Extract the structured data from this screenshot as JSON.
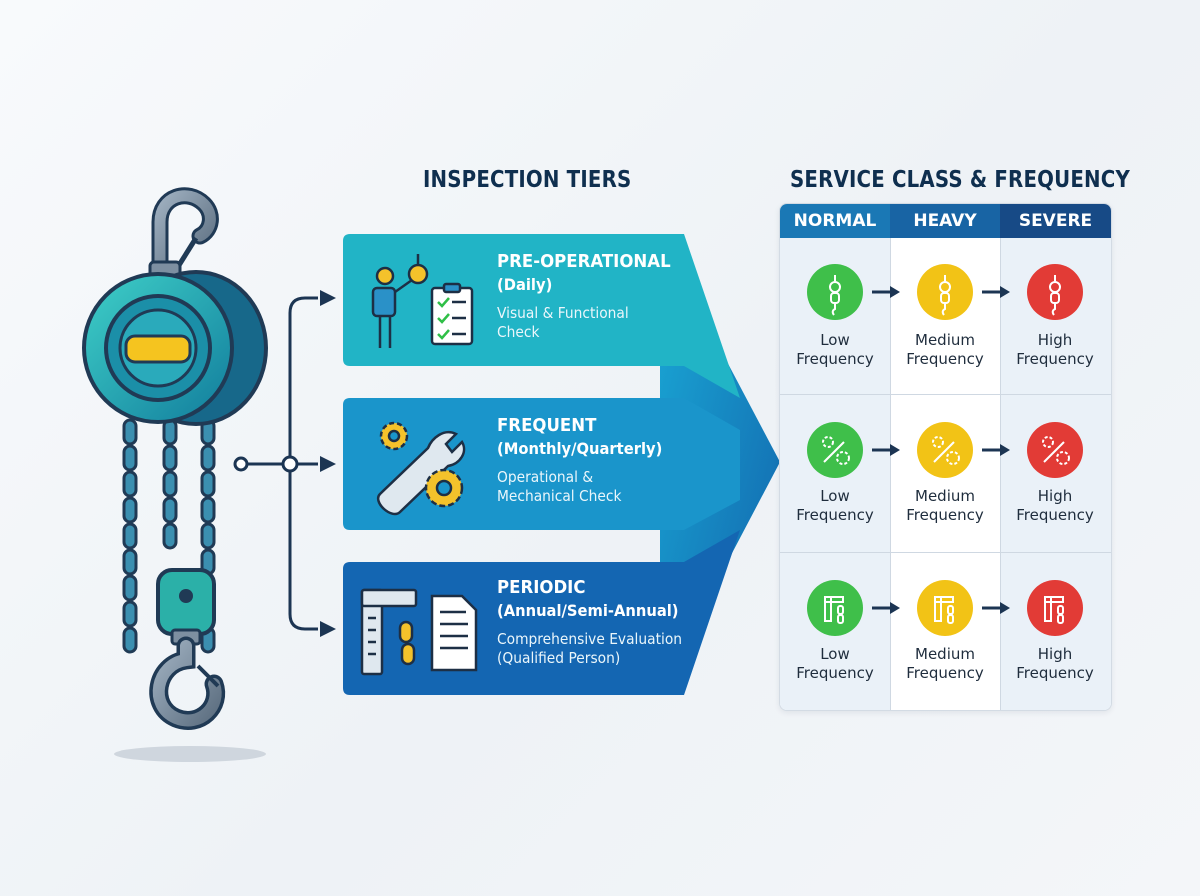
{
  "headers": {
    "tiers": "INSPECTION TIERS",
    "service": "SERVICE CLASS & FREQUENCY"
  },
  "tiers": [
    {
      "title": "PRE-OPERATIONAL",
      "subtitle": "(Daily)",
      "desc_line1": "Visual & Functional",
      "desc_line2": "Check",
      "icon": "inspector-checklist-icon",
      "color": "#1fb3c4"
    },
    {
      "title": "FREQUENT",
      "subtitle": "(Monthly/Quarterly)",
      "desc_line1": "Operational &",
      "desc_line2": "Mechanical Check",
      "icon": "wrench-gears-icon",
      "color": "#1a93c9"
    },
    {
      "title": "PERIODIC",
      "subtitle": "(Annual/Semi-Annual)",
      "desc_line1": "Comprehensive Evaluation",
      "desc_line2": "(Qualified Person)",
      "icon": "caliper-chain-document-icon",
      "color": "#1565b0"
    }
  ],
  "service_classes": [
    "NORMAL",
    "HEAVY",
    "SEVERE"
  ],
  "frequency": {
    "normal": {
      "line1": "Low",
      "line2": "Frequency",
      "color": "#3fbf4a"
    },
    "heavy": {
      "line1": "Medium",
      "line2": "Frequency",
      "color": "#f2c316"
    },
    "severe": {
      "line1": "High",
      "line2": "Frequency",
      "color": "#e23b36"
    }
  },
  "row_icons": [
    "hoist-icon",
    "wrench-gear-icon",
    "caliper-chain-icon"
  ],
  "colors": {
    "header_dark": "#0f2f4f",
    "connector": "#1c3553",
    "table_header_left": "#1a78b5",
    "table_header_right": "#174a86"
  }
}
